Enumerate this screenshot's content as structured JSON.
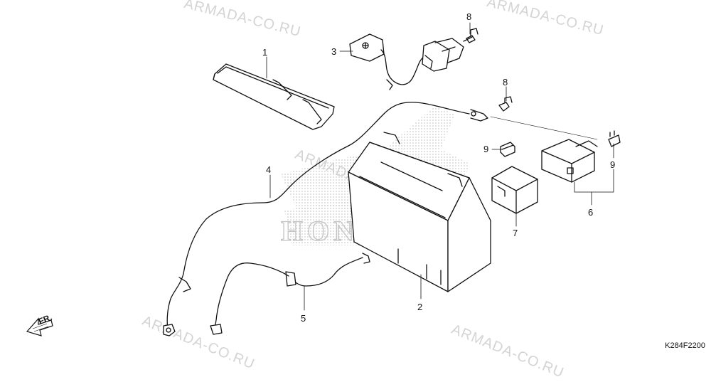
{
  "watermark": "ARMADA-CO.RU",
  "brand_mark": "HONDA",
  "diagram_code": "K284F2200",
  "direction_label": "FR.",
  "callouts": [
    "1",
    "2",
    "3",
    "4",
    "5",
    "6",
    "7",
    "8",
    "8",
    "9",
    "9"
  ]
}
